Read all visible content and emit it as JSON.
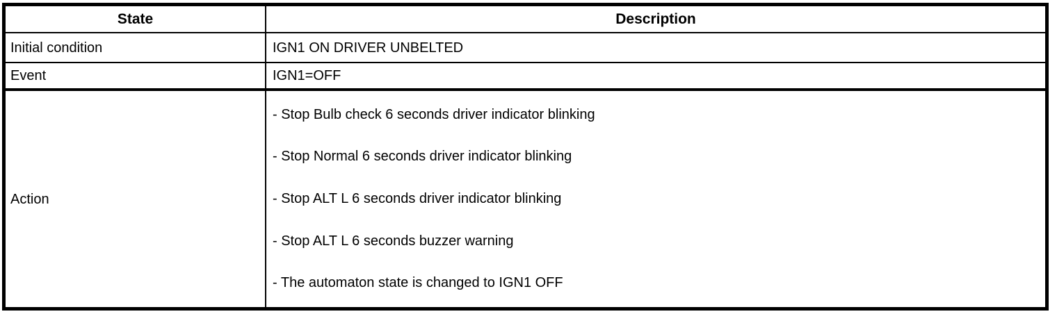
{
  "table": {
    "columns": [
      {
        "label": "State"
      },
      {
        "label": "Description"
      }
    ],
    "rows": [
      {
        "state": "Initial condition",
        "description": [
          "IGN1 ON DRIVER UNBELTED"
        ]
      },
      {
        "state": "Event",
        "description": [
          "IGN1=OFF"
        ]
      },
      {
        "state": "Action",
        "description": [
          "- Stop Bulb check 6 seconds driver indicator blinking",
          "- Stop Normal 6 seconds driver indicator blinking",
          "- Stop ALT L 6 seconds driver indicator blinking",
          "- Stop ALT L 6 seconds buzzer warning",
          "- The automaton state is changed to IGN1 OFF"
        ]
      }
    ],
    "colors": {
      "border": "#000000",
      "text": "#000000",
      "background": "#ffffff"
    }
  }
}
